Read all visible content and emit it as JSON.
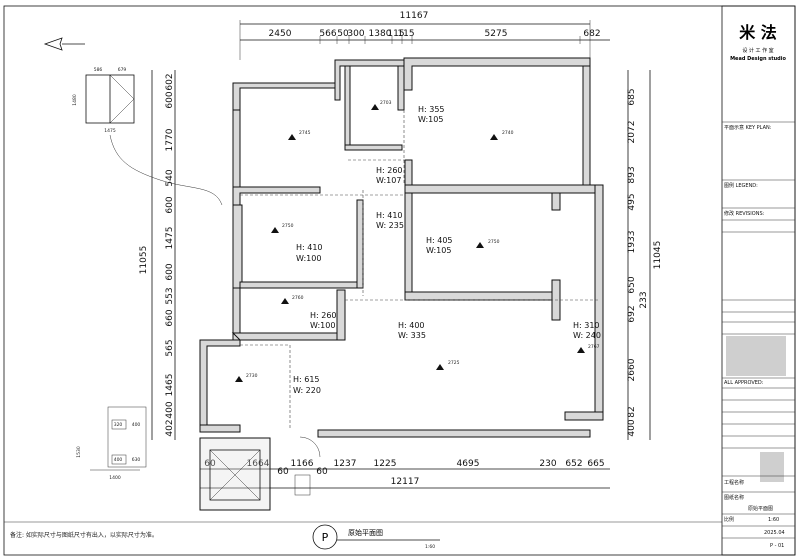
{
  "dimensions": {
    "overall_top": "11167",
    "top_segments": [
      "2450",
      "566",
      "50",
      "300",
      "1380",
      "115",
      "115",
      "5275",
      "682"
    ],
    "overall_bottom": "12117",
    "bottom_segments": [
      "60",
      "1664",
      "60",
      "1166",
      "60",
      "1237",
      "1225",
      "4695",
      "230",
      "652",
      "665"
    ],
    "left_overall": "11055",
    "left_segments": [
      "602",
      "600",
      "1770",
      "540",
      "600",
      "1475",
      "600",
      "553",
      "660",
      "565",
      "1465",
      "400",
      "402"
    ],
    "right_overall": "11045",
    "right_segments": [
      "685",
      "2072",
      "893",
      "495",
      "1933",
      "650",
      "692",
      "2660",
      "82",
      "400"
    ],
    "right_inner": "233",
    "window_detail": {
      "w1": "586",
      "w2": "679",
      "h": "1480",
      "total": "1475"
    },
    "small_detail": {
      "a": "320",
      "b": "400",
      "c": "630",
      "d": "1530",
      "e": "1400"
    }
  },
  "rooms": [
    {
      "h": "H: 355",
      "w": "W:105"
    },
    {
      "h": "H: 260",
      "w": "W:107"
    },
    {
      "h": "H: 410",
      "w": "W: 235"
    },
    {
      "h": "H: 405",
      "w": "W:105"
    },
    {
      "h": "H: 410",
      "w": "W:100"
    },
    {
      "h": "H: 260",
      "w": "W:100"
    },
    {
      "h": "H: 400",
      "w": "W: 335"
    },
    {
      "h": "H: 310",
      "w": "W: 240"
    },
    {
      "h": "H: 615",
      "w": "W: 220"
    }
  ],
  "ceiling_marks": [
    "2745",
    "2740",
    "2703",
    "2750",
    "2750",
    "2760",
    "2725",
    "2767",
    "2730"
  ],
  "notes": {
    "legend_text": "备注: 如实际尺寸与图纸尺寸有出入，以实际尺寸为准。",
    "drawing_title": "原始平面图",
    "scale": "1:60",
    "symbol": "P"
  },
  "title_block": {
    "logo_chinese": "米 法",
    "studio_cn": "设 计 工 作 室",
    "studio_en": "Mead Design studio",
    "key_plan": "平面示意 KEY PLAN:",
    "legend": "图例 LEGEND:",
    "revisions": "修改 REVISIONS:",
    "approved": "ALL APPROVED:",
    "project_name": "工程名称",
    "drawing_title_label": "图纸名称",
    "drawing_title_value": "原始平面图",
    "scale_label": "比例",
    "scale_value": "1:60",
    "date": "2025.04",
    "drawing_no": "P - 01"
  }
}
